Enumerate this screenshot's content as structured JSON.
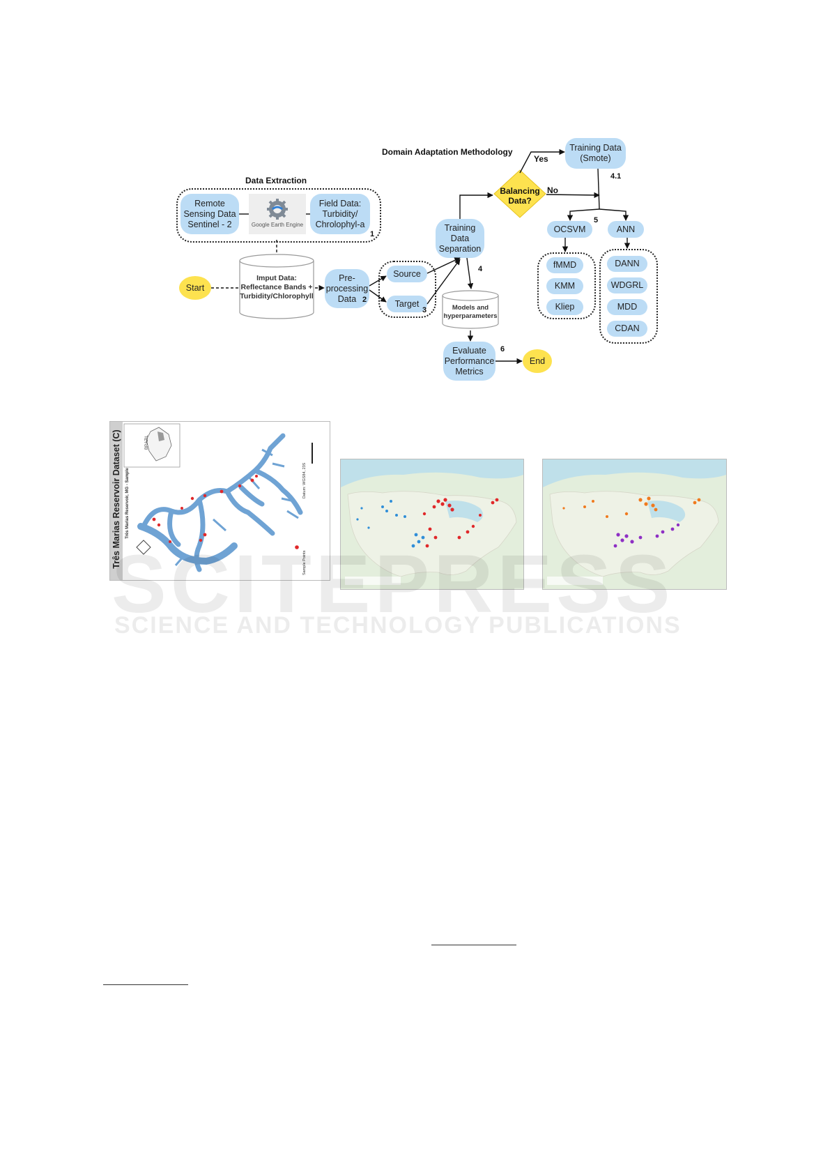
{
  "diagram": {
    "title": "Domain Adaptation Methodology",
    "data_extraction_label": "Data Extraction",
    "nodes": {
      "remote_sensing": "Remote\nSensing Data\nSentinel - 2",
      "gee": "Google Earth Engine",
      "field_data": "Field Data:\nTurbidity/\nChrolophyl-a",
      "input_data": "Imput Data:\nReflectance Bands +\nTurbidity/Chlorophyll",
      "start": "Start",
      "preprocessing": "Pre-\nprocessing\nData",
      "source": "Source",
      "target": "Target",
      "training_separation": "Training\nData\nSeparation",
      "models": "Models and\nhyperparameters",
      "evaluate": "Evaluate\nPerformance\nMetrics",
      "end": "End",
      "balancing": "Balancing\nData?",
      "training_smote": "Training Data\n(Smote)",
      "ocsvm": "OCSVM",
      "ann": "ANN",
      "fmmd": "fMMD",
      "kmm": "KMM",
      "kliep": "Kliep",
      "dann": "DANN",
      "wdgrl": "WDGRL",
      "mdd": "MDD",
      "cdan": "CDAN"
    },
    "edge_labels": {
      "yes": "Yes",
      "no": "No"
    },
    "step_numbers": {
      "s1": "1",
      "s2": "2",
      "s3": "3",
      "s4": "4",
      "s41": "4.1",
      "s5": "5",
      "s6": "6"
    }
  },
  "maps": {
    "left_title": "Três Marias Reservoir Dataset (C)",
    "left_subtitle": "Três Marias Reservoir, MG - Sample Points",
    "left_inset_label": "BRAZIL",
    "left_legend": "Sample Points",
    "left_datum": "Datum: WGS84, 23S"
  },
  "watermark": {
    "big": "SCITEPRESS",
    "small": "SCIENCE AND TECHNOLOGY PUBLICATIONS"
  },
  "colors": {
    "node_fill": "#bcdcf5",
    "terminal_fill": "#fde24f",
    "decision_fill": "#fde24f",
    "reservoir": "#6fa3d4",
    "sample_red": "#e0282a",
    "sample_blue": "#2f8ed8",
    "sample_orange": "#f07a1e",
    "sample_purple": "#8e2fc4"
  }
}
